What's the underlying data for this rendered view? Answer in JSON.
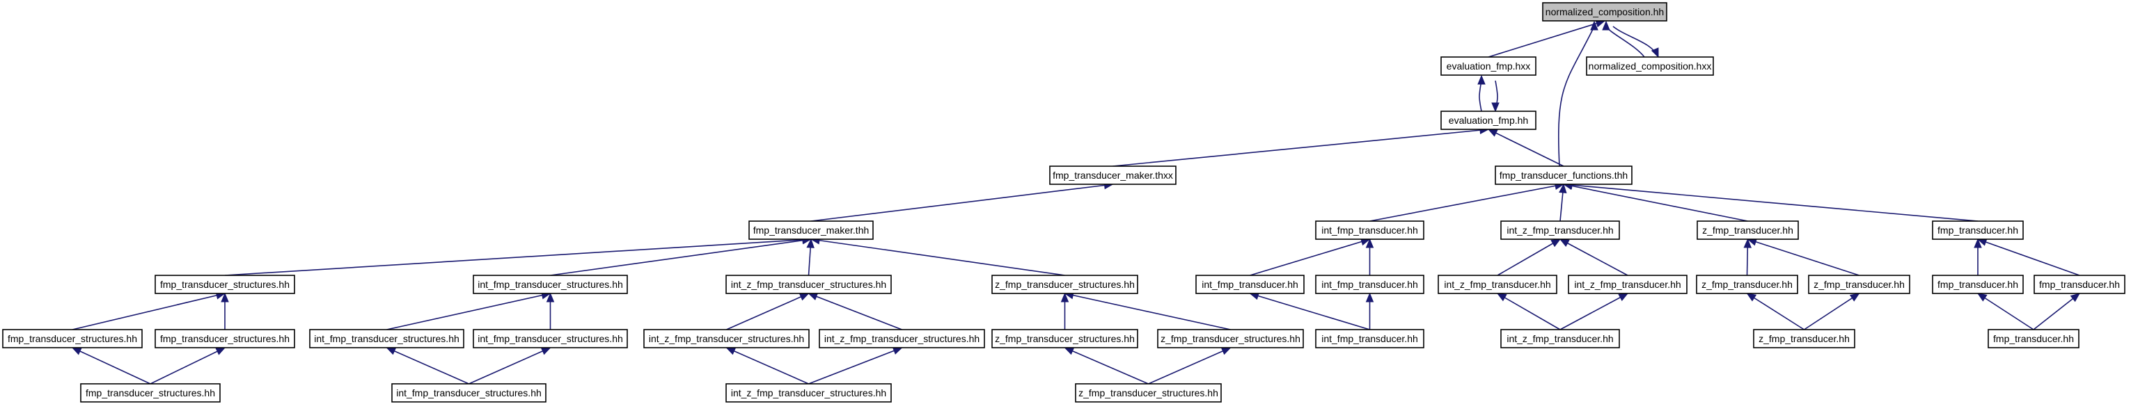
{
  "diagram": {
    "type": "include-dependency-graph",
    "colors": {
      "edge": "#191970",
      "root_fill": "#bfbfbf",
      "node_fill": "#ffffff",
      "node_border": "#000000",
      "text": "#000000"
    },
    "nodes": [
      {
        "id": "n0",
        "label": "normalized_composition.hh",
        "root": true
      },
      {
        "id": "n1",
        "label": "evaluation_fmp.hxx"
      },
      {
        "id": "n2",
        "label": "normalized_composition.hxx"
      },
      {
        "id": "n3",
        "label": "evaluation_fmp.hh"
      },
      {
        "id": "n4",
        "label": "fmp_transducer_maker.thxx"
      },
      {
        "id": "n5",
        "label": "fmp_transducer_functions.thh"
      },
      {
        "id": "n6",
        "label": "fmp_transducer_maker.thh"
      },
      {
        "id": "n7",
        "label": "int_fmp_transducer.hh"
      },
      {
        "id": "n8",
        "label": "int_z_fmp_transducer.hh"
      },
      {
        "id": "n9",
        "label": "z_fmp_transducer.hh"
      },
      {
        "id": "n10",
        "label": "fmp_transducer.hh"
      },
      {
        "id": "n11",
        "label": "fmp_transducer_structures.hh"
      },
      {
        "id": "n12",
        "label": "int_fmp_transducer_structures.hh"
      },
      {
        "id": "n13",
        "label": "int_z_fmp_transducer_structures.hh"
      },
      {
        "id": "n14",
        "label": "z_fmp_transducer_structures.hh"
      },
      {
        "id": "n15",
        "label": "int_fmp_transducer.hh"
      },
      {
        "id": "n16",
        "label": "int_fmp_transducer.hh"
      },
      {
        "id": "n17",
        "label": "int_z_fmp_transducer.hh"
      },
      {
        "id": "n18",
        "label": "int_z_fmp_transducer.hh"
      },
      {
        "id": "n19",
        "label": "z_fmp_transducer.hh"
      },
      {
        "id": "n20",
        "label": "z_fmp_transducer.hh"
      },
      {
        "id": "n21",
        "label": "fmp_transducer.hh"
      },
      {
        "id": "n22",
        "label": "fmp_transducer.hh"
      },
      {
        "id": "n23",
        "label": "fmp_transducer_structures.hh"
      },
      {
        "id": "n24",
        "label": "fmp_transducer_structures.hh"
      },
      {
        "id": "n25",
        "label": "int_fmp_transducer_structures.hh"
      },
      {
        "id": "n26",
        "label": "int_fmp_transducer_structures.hh"
      },
      {
        "id": "n27",
        "label": "int_z_fmp_transducer_structures.hh"
      },
      {
        "id": "n28",
        "label": "int_z_fmp_transducer_structures.hh"
      },
      {
        "id": "n29",
        "label": "z_fmp_transducer_structures.hh"
      },
      {
        "id": "n30",
        "label": "z_fmp_transducer_structures.hh"
      },
      {
        "id": "n31",
        "label": "int_fmp_transducer.hh"
      },
      {
        "id": "n32",
        "label": "int_z_fmp_transducer.hh"
      },
      {
        "id": "n33",
        "label": "z_fmp_transducer.hh"
      },
      {
        "id": "n34",
        "label": "fmp_transducer.hh"
      },
      {
        "id": "n35",
        "label": "fmp_transducer_structures.hh"
      },
      {
        "id": "n36",
        "label": "int_fmp_transducer_structures.hh"
      },
      {
        "id": "n37",
        "label": "int_z_fmp_transducer_structures.hh"
      },
      {
        "id": "n38",
        "label": "z_fmp_transducer_structures.hh"
      }
    ],
    "edges": [
      {
        "from": "n1",
        "to": "n0"
      },
      {
        "from": "n2",
        "to": "n0"
      },
      {
        "from": "n0",
        "to": "n2"
      },
      {
        "from": "n5",
        "to": "n0"
      },
      {
        "from": "n3",
        "to": "n1"
      },
      {
        "from": "n1",
        "to": "n3"
      },
      {
        "from": "n4",
        "to": "n3"
      },
      {
        "from": "n5",
        "to": "n3"
      },
      {
        "from": "n6",
        "to": "n4"
      },
      {
        "from": "n7",
        "to": "n5"
      },
      {
        "from": "n8",
        "to": "n5"
      },
      {
        "from": "n9",
        "to": "n5"
      },
      {
        "from": "n10",
        "to": "n5"
      },
      {
        "from": "n11",
        "to": "n6"
      },
      {
        "from": "n12",
        "to": "n6"
      },
      {
        "from": "n13",
        "to": "n6"
      },
      {
        "from": "n14",
        "to": "n6"
      },
      {
        "from": "n15",
        "to": "n7"
      },
      {
        "from": "n16",
        "to": "n7"
      },
      {
        "from": "n17",
        "to": "n8"
      },
      {
        "from": "n18",
        "to": "n8"
      },
      {
        "from": "n19",
        "to": "n9"
      },
      {
        "from": "n20",
        "to": "n9"
      },
      {
        "from": "n21",
        "to": "n10"
      },
      {
        "from": "n22",
        "to": "n10"
      },
      {
        "from": "n23",
        "to": "n11"
      },
      {
        "from": "n24",
        "to": "n11"
      },
      {
        "from": "n25",
        "to": "n12"
      },
      {
        "from": "n26",
        "to": "n12"
      },
      {
        "from": "n27",
        "to": "n13"
      },
      {
        "from": "n28",
        "to": "n13"
      },
      {
        "from": "n29",
        "to": "n14"
      },
      {
        "from": "n30",
        "to": "n14"
      },
      {
        "from": "n31",
        "to": "n15"
      },
      {
        "from": "n31",
        "to": "n16"
      },
      {
        "from": "n32",
        "to": "n17"
      },
      {
        "from": "n32",
        "to": "n18"
      },
      {
        "from": "n33",
        "to": "n19"
      },
      {
        "from": "n33",
        "to": "n20"
      },
      {
        "from": "n34",
        "to": "n21"
      },
      {
        "from": "n34",
        "to": "n22"
      },
      {
        "from": "n35",
        "to": "n23"
      },
      {
        "from": "n35",
        "to": "n24"
      },
      {
        "from": "n36",
        "to": "n25"
      },
      {
        "from": "n36",
        "to": "n26"
      },
      {
        "from": "n37",
        "to": "n27"
      },
      {
        "from": "n37",
        "to": "n28"
      },
      {
        "from": "n38",
        "to": "n29"
      },
      {
        "from": "n38",
        "to": "n30"
      }
    ]
  }
}
